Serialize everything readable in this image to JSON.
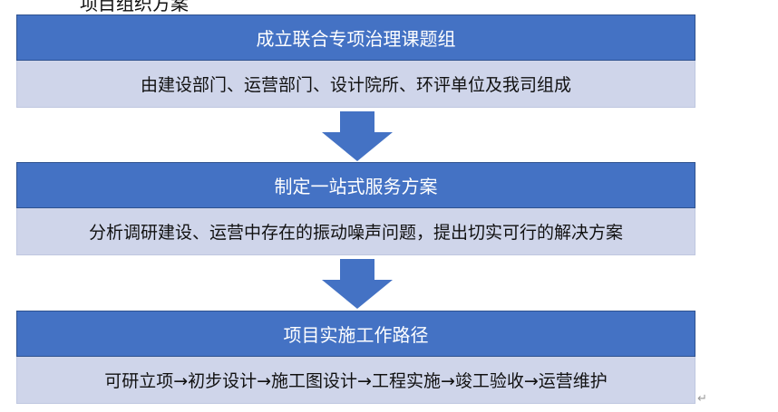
{
  "header": {
    "clipped_title": "项目组织方案"
  },
  "flow": {
    "steps": [
      {
        "title": "成立联合专项治理课题组",
        "description": "由建设部门、运营部门、设计院所、环评单位及我司组成"
      },
      {
        "title": "制定一站式服务方案",
        "description": "分析调研建设、运营中存在的振动噪声问题，提出切实可行的解决方案"
      },
      {
        "title": "项目实施工作路径",
        "description": "可研立项→初步设计→施工图设计→工程实施→竣工验收→运营维护"
      }
    ]
  },
  "colors": {
    "header_fill": "#4472c4",
    "description_fill": "#cfd5ea",
    "arrow_fill": "#4472c4"
  },
  "paragraph_mark": "↵"
}
